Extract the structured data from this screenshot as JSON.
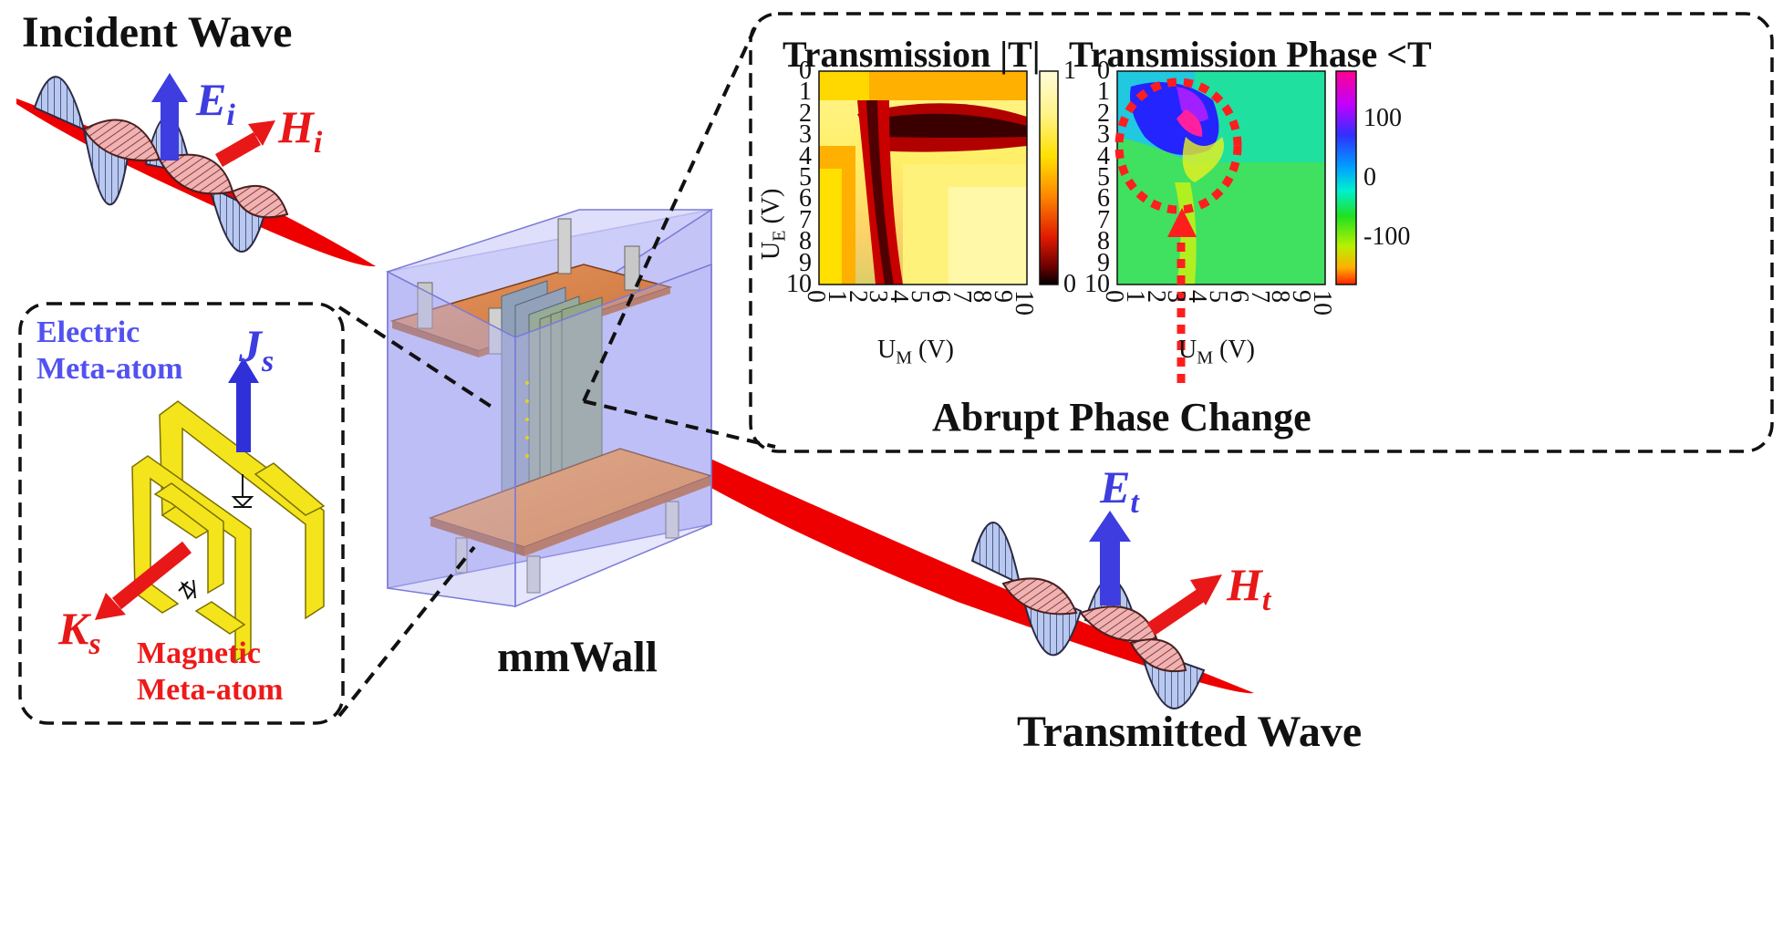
{
  "labels": {
    "incident_wave": "Incident Wave",
    "transmitted_wave": "Transmitted Wave",
    "device": "mmWall",
    "electric_atom": [
      "Electric",
      "Meta-atom"
    ],
    "magnetic_atom": [
      "Magnetic",
      "Meta-atom"
    ],
    "abrupt": "Abrupt Phase Change"
  },
  "vectors": {
    "Ei": {
      "sym": "E",
      "sub": "i"
    },
    "Hi": {
      "sym": "H",
      "sub": "i"
    },
    "Et": {
      "sym": "E",
      "sub": "t"
    },
    "Ht": {
      "sym": "H",
      "sub": "t"
    },
    "Js": {
      "sym": "J",
      "sub": "s"
    },
    "Ks": {
      "sym": "K",
      "sub": "s"
    }
  },
  "chart_data": [
    {
      "type": "heatmap",
      "title": "Transmission |T|",
      "xlabel": "UM (V)",
      "ylabel": "UE (V)",
      "x_ticks": [
        "0",
        "1",
        "2",
        "3",
        "4",
        "5",
        "6",
        "7",
        "8",
        "9",
        "10"
      ],
      "y_ticks": [
        "0",
        "1",
        "2",
        "3",
        "4",
        "5",
        "6",
        "7",
        "8",
        "9",
        "10"
      ],
      "xlim": [
        0,
        10
      ],
      "ylim": [
        0,
        10
      ],
      "colorbar": {
        "ticks": [
          "0",
          "1"
        ],
        "range": [
          0,
          1
        ],
        "colormap": "hot"
      }
    },
    {
      "type": "heatmap",
      "title": "Transmission Phase <T",
      "xlabel": "UM (V)",
      "ylabel": "",
      "x_ticks": [
        "0",
        "1",
        "2",
        "3",
        "4",
        "5",
        "6",
        "7",
        "8",
        "9",
        "10"
      ],
      "y_ticks": [
        "0",
        "1",
        "2",
        "3",
        "4",
        "5",
        "6",
        "7",
        "8",
        "9",
        "10"
      ],
      "xlim": [
        0,
        10
      ],
      "ylim": [
        0,
        10
      ],
      "colorbar": {
        "ticks": [
          "100",
          "0",
          "-100"
        ],
        "range": [
          -180,
          180
        ],
        "colormap": "hsv"
      }
    }
  ],
  "colors": {
    "beam": "#ee0000",
    "wave_e": "#9fb4e8",
    "wave_h": "#e8a3a3",
    "arrow_e": "#4040e8",
    "arrow_h": "#ee1a1a",
    "board": "#e08a50",
    "atom": "#f2e41c",
    "box": "#b4b4f5"
  }
}
